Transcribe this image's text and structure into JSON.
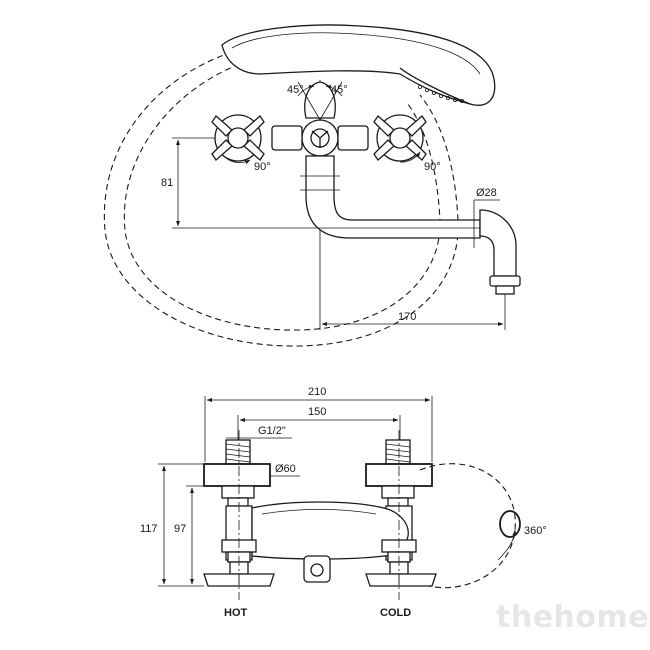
{
  "dimensions": {
    "height_81": "81",
    "diameter_28": "Ø28",
    "length_170": "170",
    "angle_45_left": "45°",
    "angle_45_right": "45°",
    "angle_90_left": "90°",
    "angle_90_right": "90°",
    "width_210": "210",
    "width_150": "150",
    "thread": "G1/2\"",
    "diameter_60": "Ø60",
    "height_117": "117",
    "height_97": "97",
    "rotation_360": "360°"
  },
  "labels": {
    "hot": "HOT",
    "cold": "COLD"
  },
  "watermark": "thehome"
}
